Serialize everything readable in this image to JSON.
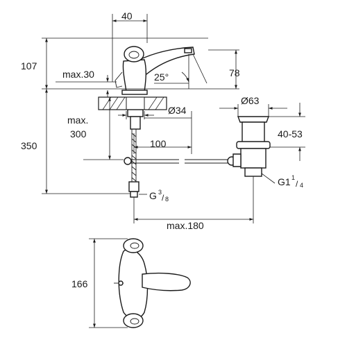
{
  "dimensions": {
    "width_40": "40",
    "height_107": "107",
    "max_30": "max.30",
    "angle_25": "25°",
    "dim_78": "78",
    "dia_34": "Ø34",
    "max_300_line1": "max.",
    "max_300_line2": "300",
    "height_350": "350",
    "dim_100": "100",
    "dia_63": "Ø63",
    "range_40_53": "40-53",
    "g_inlet_base": "G",
    "g_inlet_num": "3",
    "g_inlet_den": "8",
    "g1_base": "G1",
    "g1_num": "1",
    "g1_den": "4",
    "max_180": "max.180",
    "height_166": "166"
  }
}
